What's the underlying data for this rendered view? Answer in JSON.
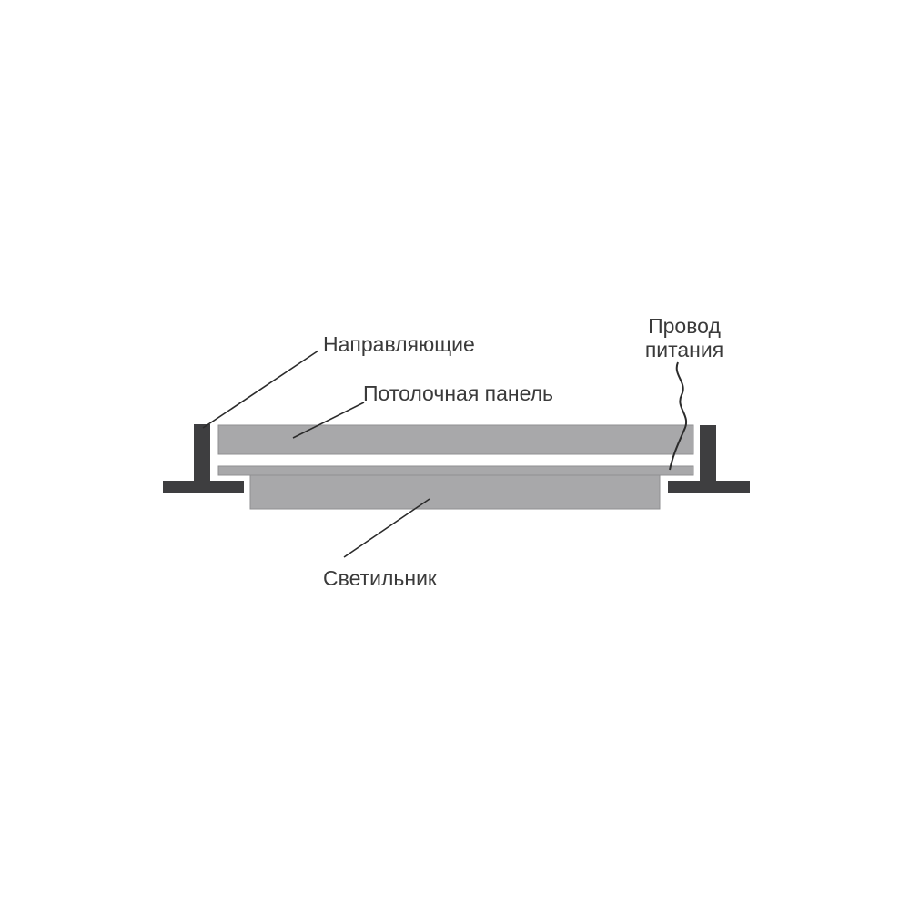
{
  "labels": {
    "rails": "Направляющие",
    "ceiling_panel": "Потолочная панель",
    "lamp": "Светильник",
    "power_wire_line1": "Провод",
    "power_wire_line2": "питания"
  },
  "colors": {
    "rail": "#3e3e40",
    "panel": "#a8a8aa",
    "panel_edge": "#8f8f91",
    "lamp": "#a8a8aa",
    "leader": "#2b2b2b",
    "text": "#3a3a3a"
  }
}
